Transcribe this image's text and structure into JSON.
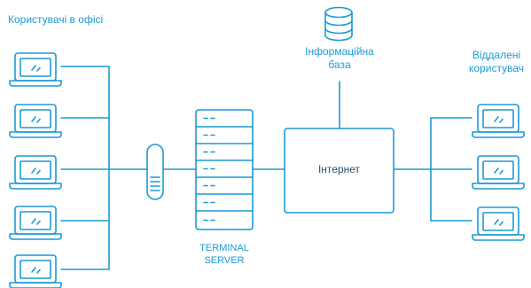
{
  "labels": {
    "office_users": "Користувачі в офісі",
    "database_line1": "Інформаційна",
    "database_line2": "база",
    "remote_line1": "Віддалені",
    "remote_line2": "користувач",
    "internet": "Інтернет",
    "server_line1": "TERMINAL",
    "server_line2": "SERVER"
  },
  "colors": {
    "accent": "#1a9ad6"
  },
  "icons": {
    "office_laptops": [
      "laptop-icon",
      "laptop-icon",
      "laptop-icon",
      "laptop-icon",
      "laptop-icon"
    ],
    "remote_laptops": [
      "laptop-icon",
      "laptop-icon",
      "laptop-icon"
    ],
    "database": "database-icon",
    "firewall": "firewall-icon",
    "server": "server-rack-icon"
  }
}
